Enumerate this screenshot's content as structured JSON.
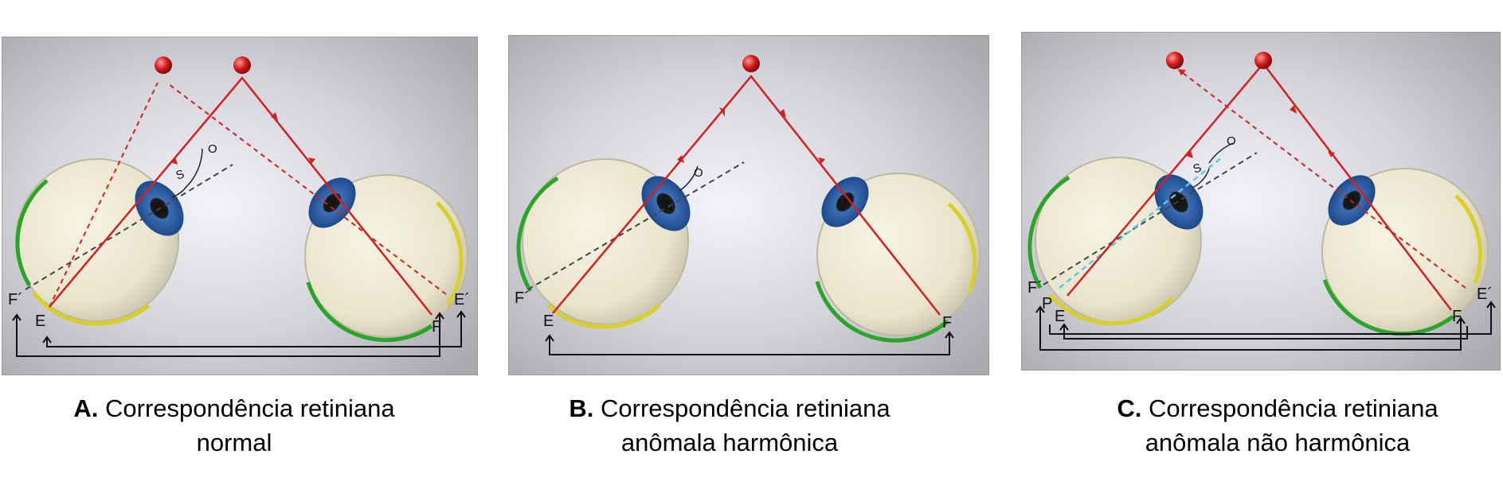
{
  "panels": [
    {
      "id": "A",
      "letter": "A.",
      "caption_line1": "Correspondência retiniana",
      "caption_line2": "normal",
      "angle_labels": [
        "S",
        "O"
      ],
      "point_labels": [
        "F´",
        "E",
        "F",
        "E´"
      ]
    },
    {
      "id": "B",
      "letter": "B.",
      "caption_line1": "Correspondência retiniana",
      "caption_line2": "anômala harmônica",
      "angle_labels": [
        "O"
      ],
      "point_labels": [
        "F´",
        "E",
        "F"
      ]
    },
    {
      "id": "C",
      "letter": "C.",
      "caption_line1": "Correspondência retiniana",
      "caption_line2": "anômala não harmônica",
      "angle_labels": [
        "S",
        "O"
      ],
      "point_labels": [
        "F´",
        "P",
        "E",
        "F",
        "E´"
      ]
    }
  ],
  "colors": {
    "visual_axis": "#d42020",
    "deviation_line": "#444444",
    "fovea_arc_green": "#2aa52a",
    "eccentric_arc_yellow": "#d8cf2a",
    "secondary_axis_cyan": "#5ec8e8",
    "background_gray": "#b9b9bf"
  }
}
